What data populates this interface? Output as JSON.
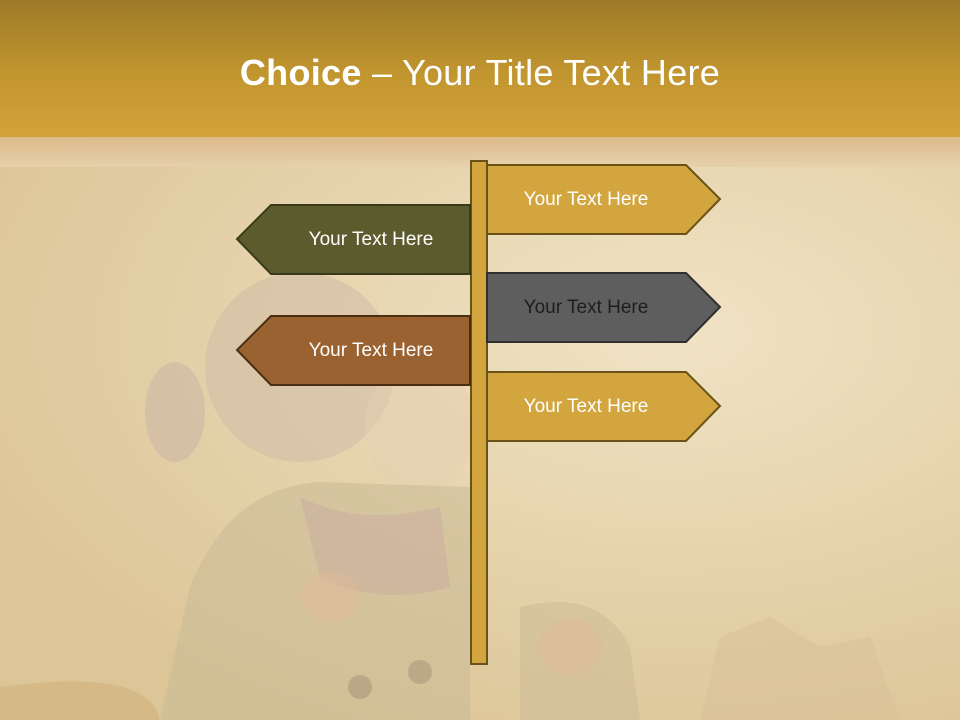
{
  "slide": {
    "title_bold": "Choice",
    "title_rest": " – Your Title Text Here"
  },
  "signs": [
    {
      "label": "Your Text Here",
      "color": "#d2a53f",
      "direction": "right"
    },
    {
      "label": "Your Text Here",
      "color": "#5c5b2e",
      "direction": "left"
    },
    {
      "label": "Your Text Here",
      "color": "#5e5e5e",
      "direction": "right"
    },
    {
      "label": "Your Text Here",
      "color": "#9a6230",
      "direction": "left"
    },
    {
      "label": "Your Text Here",
      "color": "#d2a53f",
      "direction": "right"
    }
  ],
  "colors": {
    "header": "#c2962f",
    "post": "#d2a53f",
    "outline": "#6b5218"
  }
}
